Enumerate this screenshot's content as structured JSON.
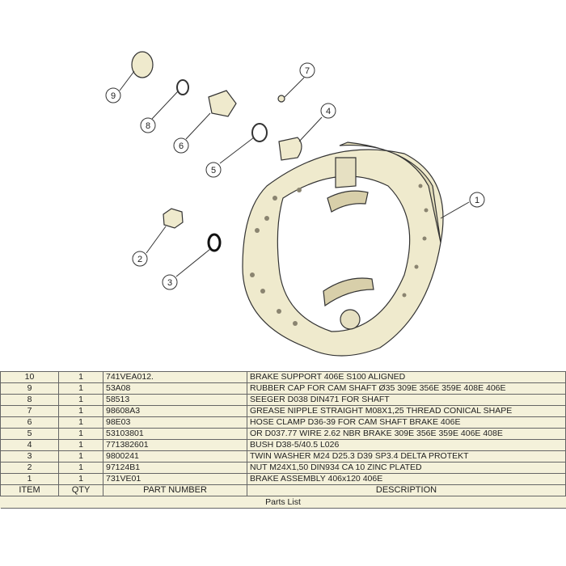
{
  "callouts": [
    "1",
    "2",
    "3",
    "4",
    "5",
    "6",
    "7",
    "8",
    "9"
  ],
  "parts_list": {
    "caption": "Parts List",
    "headers": {
      "item": "ITEM",
      "qty": "QTY",
      "part_number": "PART NUMBER",
      "description": "DESCRIPTION"
    },
    "rows": [
      {
        "item": "10",
        "qty": "1",
        "part_number": "741VEA012.",
        "description": "BRAKE SUPPORT 406E S100 ALIGNED"
      },
      {
        "item": "9",
        "qty": "1",
        "part_number": "53A08",
        "description": "RUBBER CAP FOR CAM SHAFT Ø35 309E 356E 359E 408E 406E"
      },
      {
        "item": "8",
        "qty": "1",
        "part_number": "58513",
        "description": "SEEGER D038 DIN471 FOR SHAFT"
      },
      {
        "item": "7",
        "qty": "1",
        "part_number": "98608A3",
        "description": "GREASE NIPPLE STRAIGHT M08X1,25 THREAD CONICAL SHAPE"
      },
      {
        "item": "6",
        "qty": "1",
        "part_number": "98E03",
        "description": "HOSE CLAMP D36-39 FOR CAM SHAFT BRAKE 406E"
      },
      {
        "item": "5",
        "qty": "1",
        "part_number": "53103801",
        "description": "OR D037.77 WIRE 2.62 NBR BRAKE 309E 356E 359E 406E 408E"
      },
      {
        "item": "4",
        "qty": "1",
        "part_number": "771382601",
        "description": "BUSH D38-5/40.5  L026"
      },
      {
        "item": "3",
        "qty": "1",
        "part_number": "9800241",
        "description": "TWIN WASHER M24 D25.3 D39 SP3.4 DELTA PROTEKT"
      },
      {
        "item": "2",
        "qty": "1",
        "part_number": "97124B1",
        "description": "NUT M24X1,50 DIN934 CA 10 ZINC PLATED"
      },
      {
        "item": "1",
        "qty": "1",
        "part_number": "731VE01",
        "description": "BRAKE ASSEMBLY 406x120 406E"
      }
    ]
  }
}
